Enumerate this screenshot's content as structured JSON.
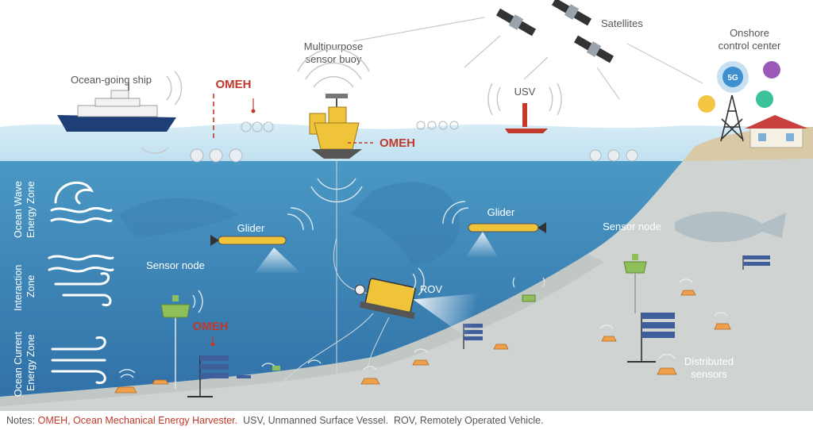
{
  "labels": {
    "ship": "Ocean-going ship",
    "buoy_line1": "Multipurpose",
    "buoy_line2": "sensor buoy",
    "satellites": "Satellites",
    "onshore_line1": "Onshore",
    "onshore_line2": "control center",
    "usv": "USV",
    "omeh": "OMEH",
    "glider": "Glider",
    "sensor_node": "Sensor node",
    "rov": "ROV",
    "distributed_line1": "Distributed",
    "distributed_line2": "sensors",
    "badge_5g": "5G"
  },
  "zones": {
    "wave_line1": "Ocean Wave",
    "wave_line2": "Energy Zone",
    "interaction_line1": "Interaction",
    "interaction_line2": "Zone",
    "current_line1": "Ocean Current",
    "current_line2": "Energy Zone"
  },
  "notes": {
    "prefix": "Notes:",
    "omeh": "OMEH, Ocean Mechanical Energy Harvester.",
    "usv": "USV, Unmanned Surface Vessel.",
    "rov": "ROV, Remotely Operated Vehicle."
  },
  "colors": {
    "ocean_top": "#4a98c4",
    "ocean_bottom": "#2f6fa6",
    "seabed": "#cfd4d3",
    "omeh_red": "#c0392b",
    "buoy_yellow": "#f0c43a",
    "sensor_orange": "#f0a04b",
    "node_green": "#8fbf5a"
  }
}
